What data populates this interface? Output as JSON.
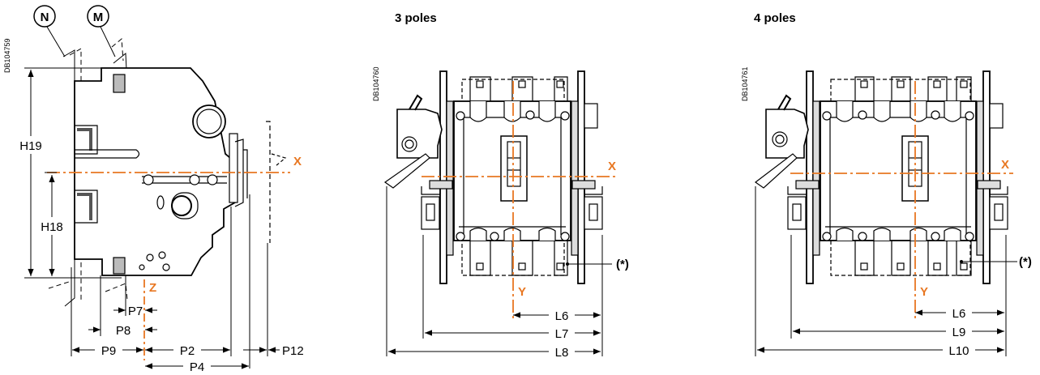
{
  "side_view": {
    "ref_code": "DB104759",
    "circle_labels": [
      "N",
      "M"
    ],
    "axis_x": "X",
    "axis_z": "Z",
    "dims": {
      "h19": "H19",
      "h18": "H18",
      "p7": "P7",
      "p8": "P8",
      "p9": "P9",
      "p2": "P2",
      "p4": "P4",
      "p12": "P12"
    }
  },
  "three_poles": {
    "title": "3 poles",
    "ref_code": "DB104760",
    "axis_x": "X",
    "axis_y": "Y",
    "note": "(*)",
    "dims": {
      "l6": "L6",
      "l7": "L7",
      "l8": "L8"
    }
  },
  "four_poles": {
    "title": "4 poles",
    "ref_code": "DB104761",
    "axis_x": "X",
    "axis_y": "Y",
    "note": "(*)",
    "dims": {
      "l6": "L6",
      "l9": "L9",
      "l10": "L10"
    }
  },
  "colors": {
    "axis": "#e87722",
    "line": "#000000",
    "shade": "#7a7a7a"
  }
}
